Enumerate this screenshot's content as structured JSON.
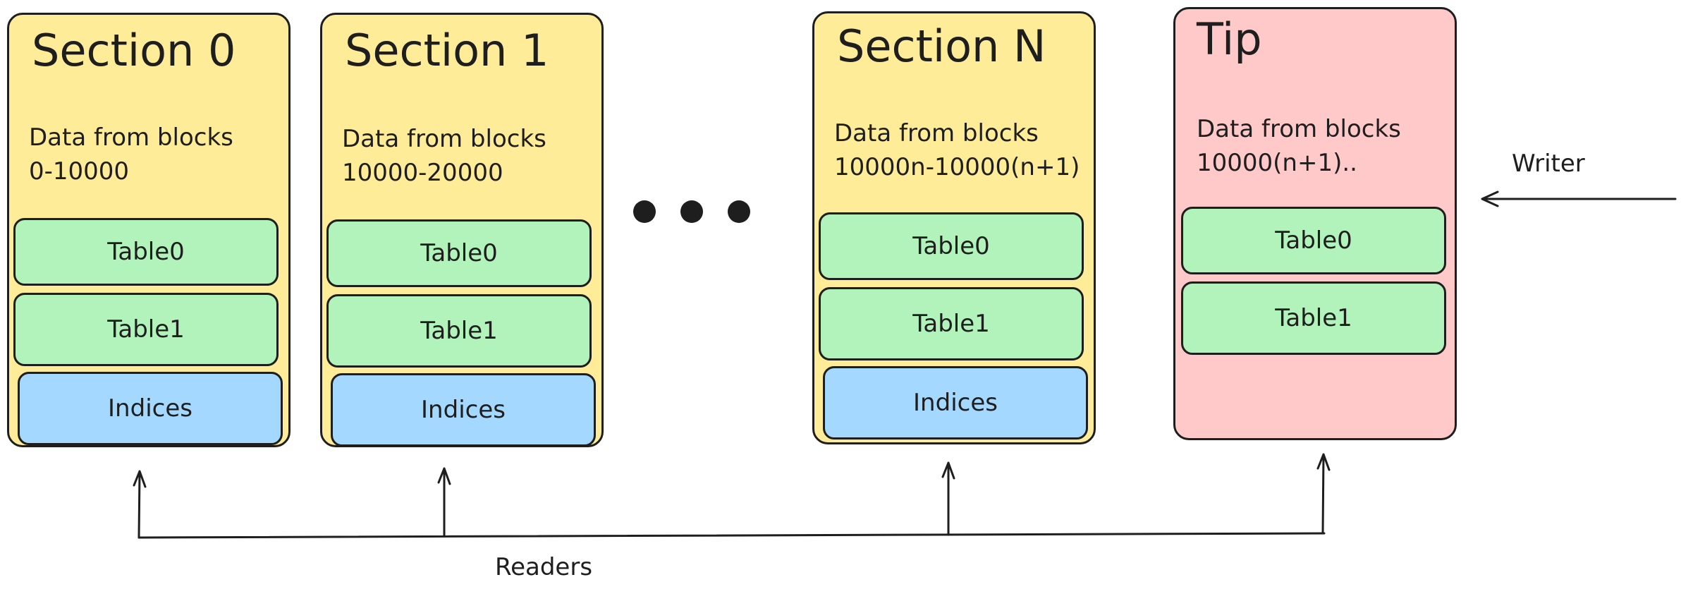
{
  "sections": [
    {
      "title": "Section 0",
      "desc_line1": "Data from blocks",
      "desc_line2": "0-10000",
      "table0": "Table0",
      "table1": "Table1",
      "indices": "Indices"
    },
    {
      "title": "Section 1",
      "desc_line1": "Data from blocks",
      "desc_line2": "10000-20000",
      "table0": "Table0",
      "table1": "Table1",
      "indices": "Indices"
    },
    {
      "title": "Section N",
      "desc_line1": "Data from blocks",
      "desc_line2": "10000n-10000(n+1)",
      "table0": "Table0",
      "table1": "Table1",
      "indices": "Indices"
    },
    {
      "title": "Tip",
      "desc_line1": "Data from blocks",
      "desc_line2": "10000(n+1)..",
      "table0": "Table0",
      "table1": "Table1"
    }
  ],
  "writer_label": "Writer",
  "readers_label": "Readers",
  "colors": {
    "section": "#ffec99",
    "tip": "#ffc9c9",
    "table": "#b2f2bb",
    "indices": "#a5d8ff",
    "stroke": "#1e1e1e"
  }
}
